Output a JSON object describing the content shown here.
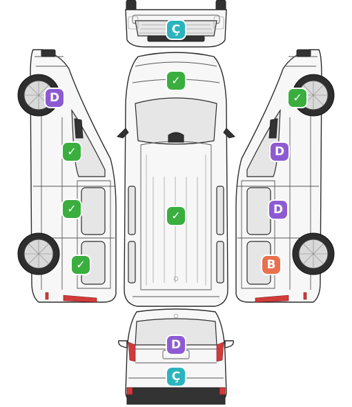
{
  "colors": {
    "ok": "#3aae3f",
    "D": "#8e5ad1",
    "B": "#e8704f",
    "C": "#2bb4bd"
  },
  "markers": {
    "front_bumper": {
      "code": "Ç",
      "status": "C"
    },
    "hood": {
      "code": "✓",
      "status": "ok"
    },
    "left_front_fender": {
      "code": "D",
      "status": "D"
    },
    "left_front_door": {
      "code": "✓",
      "status": "ok"
    },
    "left_sliding_door": {
      "code": "✓",
      "status": "ok"
    },
    "left_rear_quarter": {
      "code": "✓",
      "status": "ok"
    },
    "roof": {
      "code": "✓",
      "status": "ok"
    },
    "right_front_fender": {
      "code": "✓",
      "status": "ok"
    },
    "right_front_door": {
      "code": "D",
      "status": "D"
    },
    "right_sliding_door": {
      "code": "D",
      "status": "D"
    },
    "right_rear_quarter": {
      "code": "B",
      "status": "B"
    },
    "tailgate": {
      "code": "D",
      "status": "D"
    },
    "rear_bumper": {
      "code": "Ç",
      "status": "C"
    }
  }
}
